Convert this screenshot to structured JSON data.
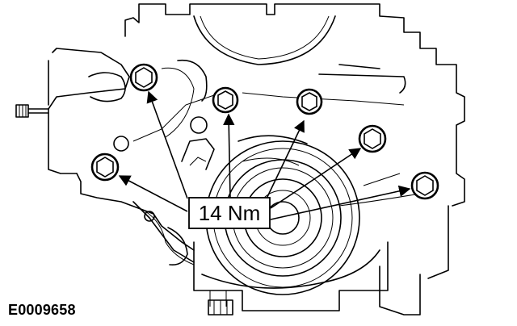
{
  "callout": {
    "torque_label": "14 Nm"
  },
  "figure": {
    "id": "E0009658"
  },
  "bolts": [
    {
      "name": "bolt-top-left"
    },
    {
      "name": "bolt-top-center"
    },
    {
      "name": "bolt-top-right"
    },
    {
      "name": "bolt-right-upper"
    },
    {
      "name": "bolt-right-lower"
    },
    {
      "name": "bolt-left"
    }
  ]
}
